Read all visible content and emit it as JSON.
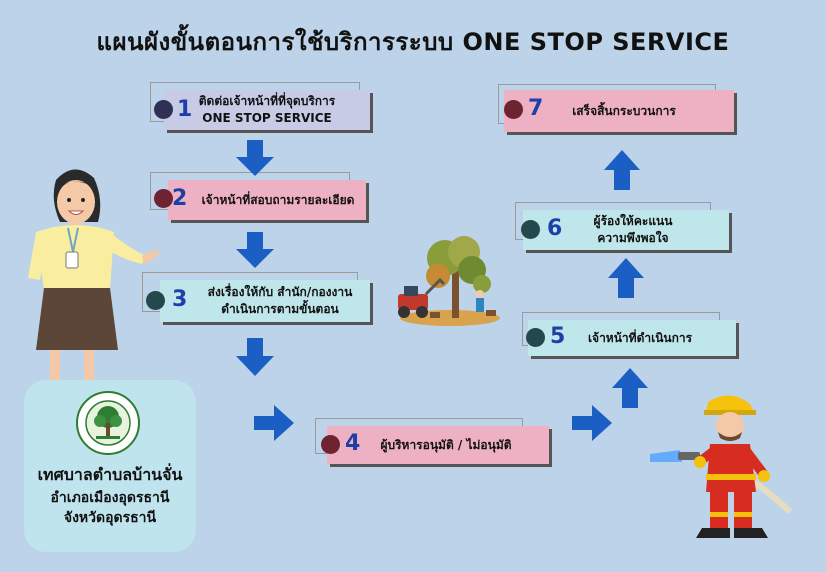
{
  "title": "แผนผังขั้นตอนการใช้บริการระบบ ONE STOP SERVICE",
  "steps": [
    {
      "number": "1",
      "lines": [
        "ติดต่อเจ้าหน้าที่ที่จุดบริการ",
        "ONE STOP SERVICE"
      ],
      "box_color": "#c7cbe6",
      "dot_color": "#2e3155"
    },
    {
      "number": "2",
      "lines": [
        "เจ้าหน้าที่สอบถามรายละเอียด"
      ],
      "box_color": "#eeb1c3",
      "dot_color": "#6d2430"
    },
    {
      "number": "3",
      "lines": [
        "ส่งเรื่องให้กับ สำนัก/กองงาน",
        "ดำเนินการตามขั้นตอน"
      ],
      "box_color": "#bfe6ea",
      "dot_color": "#23494d"
    },
    {
      "number": "4",
      "lines": [
        "ผู้บริหารอนุมัติ / ไม่อนุมัติ"
      ],
      "box_color": "#eeb1c3",
      "dot_color": "#6d2430"
    },
    {
      "number": "5",
      "lines": [
        "เจ้าหน้าที่ดำเนินการ"
      ],
      "box_color": "#bfe6ea",
      "dot_color": "#23494d"
    },
    {
      "number": "6",
      "lines": [
        "ผู้ร้องให้คะแนน",
        "ความพึงพอใจ"
      ],
      "box_color": "#bfe6ea",
      "dot_color": "#23494d"
    },
    {
      "number": "7",
      "lines": [
        "เสร็จสิ้นกระบวนการ"
      ],
      "box_color": "#eeb1c3",
      "dot_color": "#6d2430"
    }
  ],
  "organization": {
    "name": "เทศบาลตำบลบ้านจั่น",
    "district": "อำเภอเมืองอุดรธานี",
    "province": "จังหวัดอุดรธานี"
  },
  "colors": {
    "background": "#bcd3e9",
    "arrow": "#1c5fc4",
    "org_panel": "#bfe4ee",
    "number_text": "#1f3fa8"
  }
}
